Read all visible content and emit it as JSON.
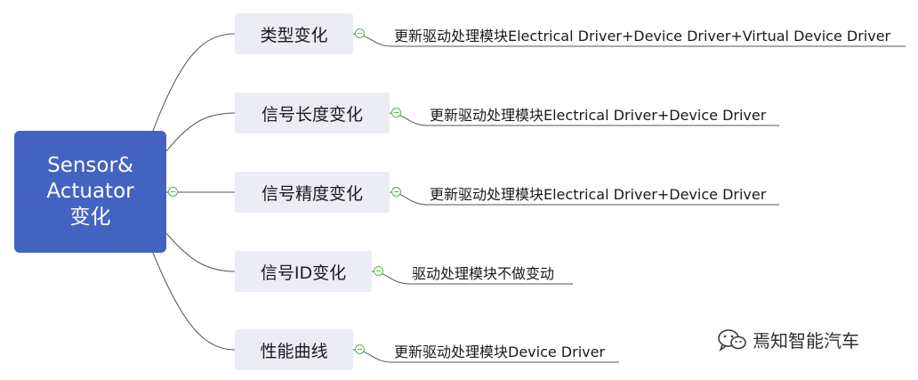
{
  "root": {
    "label": "Sensor&\nActuator\n变化"
  },
  "branches": [
    {
      "label": "类型变化",
      "detail": "更新驱动处理模块Electrical Driver+Device Driver+Virtual Device Driver"
    },
    {
      "label": "信号长度变化",
      "detail": "更新驱动处理模块Electrical Driver+Device Driver"
    },
    {
      "label": "信号精度变化",
      "detail": "更新驱动处理模块Electrical Driver+Device Driver"
    },
    {
      "label": "信号ID变化",
      "detail": "驱动处理模块不做变动"
    },
    {
      "label": "性能曲线",
      "detail": "更新驱动处理模块Device Driver"
    }
  ],
  "watermark": {
    "text": "焉知智能汽车",
    "icon": "wechat-icon"
  },
  "colors": {
    "root_fill": "#4462c0",
    "node_fill": "#ececf4",
    "connector": "#555555",
    "collapse": "#57b64c"
  }
}
